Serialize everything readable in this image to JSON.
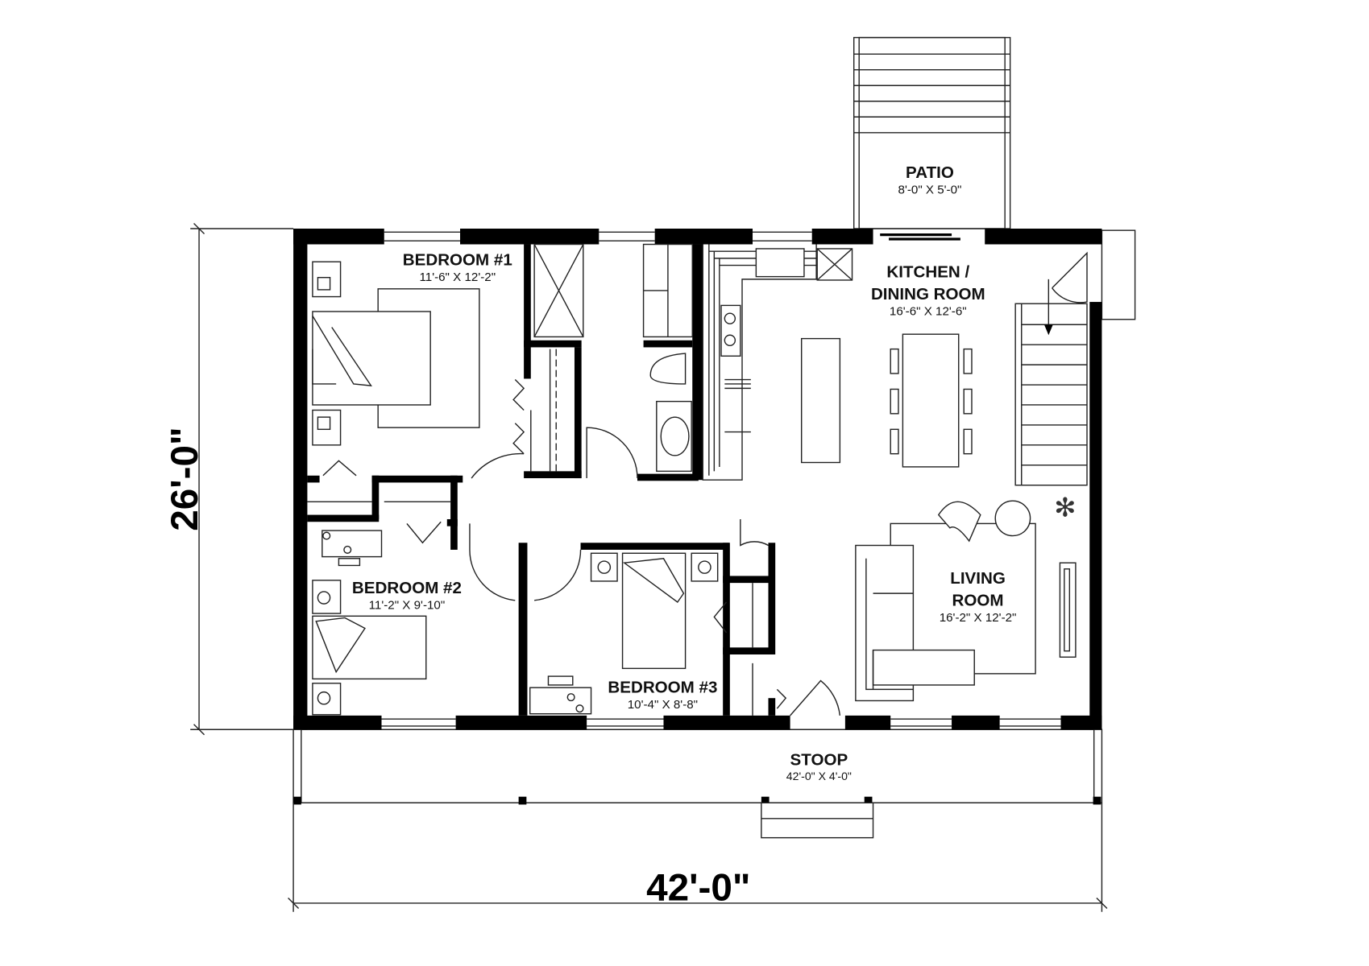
{
  "rooms": [
    {
      "name": "BEDROOM #1",
      "size": "11'-6\" X 12'-2\""
    },
    {
      "name": "BEDROOM #2",
      "size": "11'-2\" X 9'-10\""
    },
    {
      "name": "BEDROOM #3",
      "size": "10'-4\" X 8'-8\""
    },
    {
      "name_line1": "KITCHEN /",
      "name_line2": "DINING ROOM",
      "size": "16'-6\" X 12'-6\""
    },
    {
      "name_line1": "LIVING",
      "name_line2": "ROOM",
      "size": "16'-2\" X 12'-2\""
    },
    {
      "name": "PATIO",
      "size": "8'-0\" X 5'-0\""
    },
    {
      "name": "STOOP",
      "size": "42'-0\" X 4'-0\""
    }
  ],
  "dimensions": {
    "depth": "26'-0\"",
    "width": "42'-0\""
  }
}
